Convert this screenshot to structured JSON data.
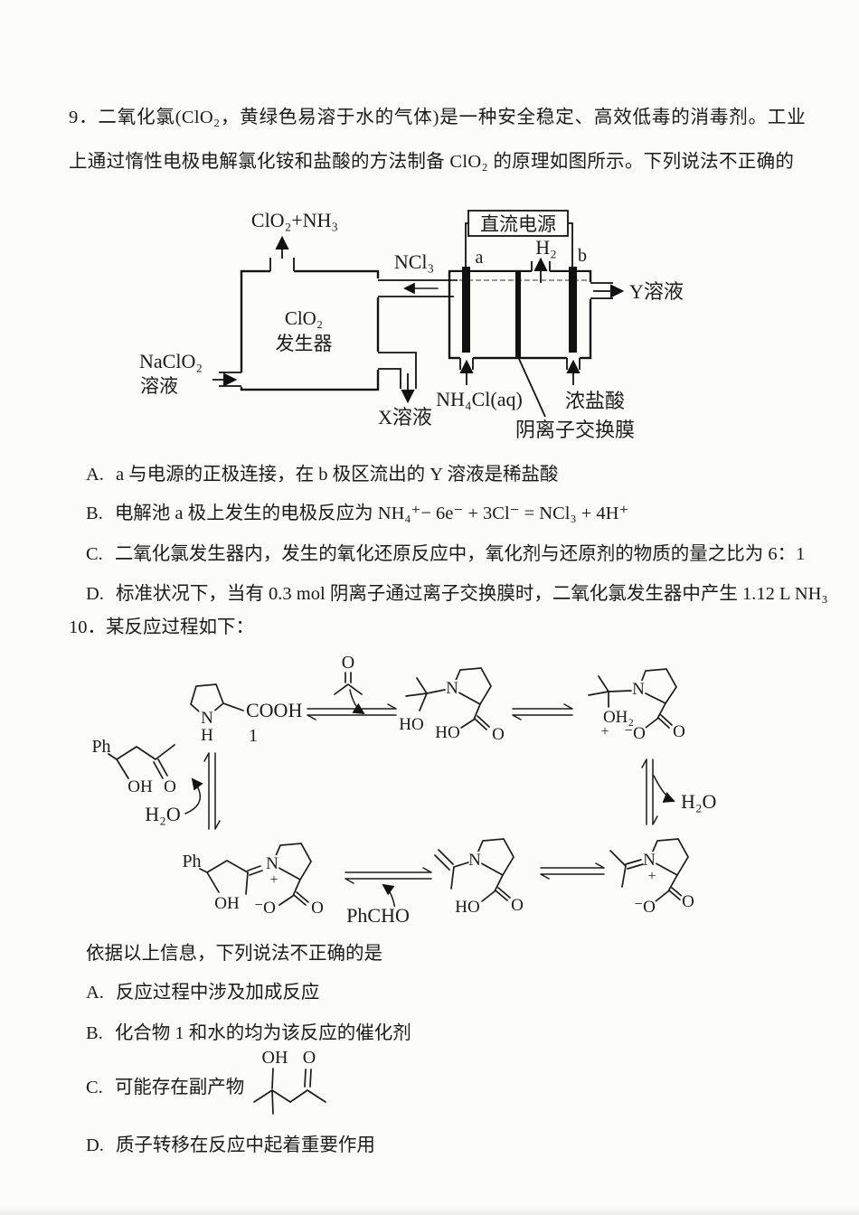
{
  "q9": {
    "text": "9．二氧化氯(ClO₂，黄绿色易溶于水的气体)是一种安全稳定、高效低毒的消毒剂。工业上通过惰性电极电解氯化铵和盐酸的方法制备 ClO₂ 的原理如图所示。下列说法不正确的",
    "diagram": {
      "outlet_top": "ClO₂+NH₃",
      "generator_line1": "ClO₂",
      "generator_line2": "发生器",
      "inlet_line1": "NaClO₂",
      "inlet_line2": "溶液",
      "outlet_bottom": "X溶液",
      "ncl3": "NCl₃",
      "power_supply": "直流电源",
      "electrode_a": "a",
      "electrode_b": "b",
      "h2": "H₂",
      "y_solution": "Y溶液",
      "nh4cl": "NH₄Cl(aq)",
      "conc_hcl": "浓盐酸",
      "membrane": "阴离子交换膜"
    },
    "options": [
      {
        "label": "A.",
        "text": "a 与电源的正极连接，在 b 极区流出的 Y 溶液是稀盐酸"
      },
      {
        "label": "B.",
        "text": "电解池 a 极上发生的电极反应为 NH₄⁺− 6e⁻ + 3Cl⁻ = NCl₃ + 4H⁺"
      },
      {
        "label": "C.",
        "text": "二氧化氯发生器内，发生的氧化还原反应中，氧化剂与还原剂的物质的量之比为 6：1"
      },
      {
        "label": "D.",
        "text": "标准状况下，当有 0.3 mol 阴离子通过离子交换膜时，二氧化氯发生器中产生 1.12 L NH₃"
      }
    ]
  },
  "q10": {
    "title": "10．某反应过程如下：",
    "scheme": {
      "atoms": {
        "n": "N",
        "h": "H",
        "cooh": "COOH",
        "one": "1",
        "o": "O",
        "ho": "HO",
        "oh": "OH",
        "oh2": "OH₂",
        "plus": "+",
        "neg_o": "⁻O",
        "h2o": "H₂O",
        "phcho": "PhCHO",
        "ph": "Ph"
      }
    },
    "prompt": "依据以上信息，下列说法不正确的是",
    "options": [
      {
        "label": "A.",
        "text": "反应过程中涉及加成反应"
      },
      {
        "label": "B.",
        "text": "化合物 1 和水的均为该反应的催化剂"
      },
      {
        "label": "C.",
        "text": "可能存在副产物"
      },
      {
        "label": "D.",
        "text": "质子转移在反应中起着重要作用"
      }
    ],
    "byproduct": {
      "oh": "OH",
      "o": "O"
    }
  }
}
